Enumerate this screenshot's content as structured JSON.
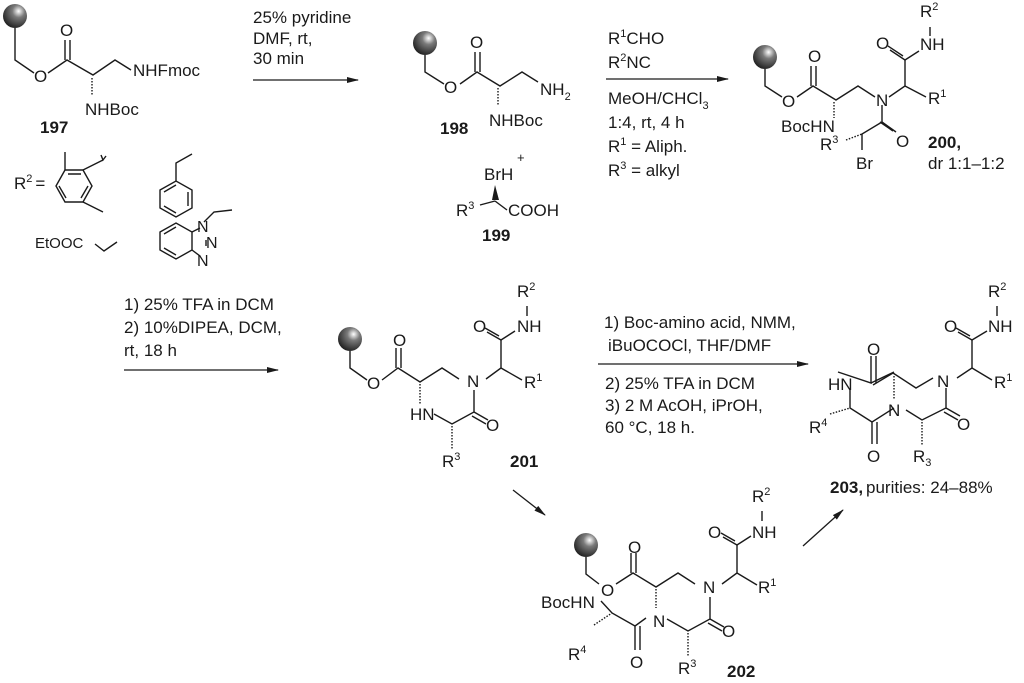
{
  "scheme": {
    "compounds": {
      "c197": {
        "id": "197",
        "labels": {
          "carbonyl_o": "O",
          "ester_o": "O",
          "side": "NHFmoc",
          "amine": "NHBoc"
        }
      },
      "c198": {
        "id": "198",
        "labels": {
          "carbonyl_o": "O",
          "ester_o": "O",
          "side": "NH",
          "side_sub": "2",
          "amine": "NHBoc"
        }
      },
      "c199": {
        "id": "199",
        "labels": {
          "top": "BrH",
          "charge": "+",
          "r": "R",
          "r_sup": "3",
          "acid": "COOH"
        }
      },
      "c200": {
        "id": "200,",
        "note": "dr 1:1–1:2",
        "labels": {
          "r2": "R",
          "r2_sup": "2",
          "nh": "NH",
          "amide_o": "O",
          "carbonyl_o": "O",
          "ester_o": "O",
          "n": "N",
          "r1": "R",
          "r1_sup": "1",
          "bochn": "BocHN",
          "r3": "R",
          "r3_sup": "3",
          "acyl_o": "O",
          "br": "Br"
        }
      },
      "c201": {
        "id": "201",
        "labels": {
          "r2": "R",
          "r2_sup": "2",
          "nh": "NH",
          "amide_o": "O",
          "carbonyl_o": "O",
          "ester_o": "O",
          "n": "N",
          "r1": "R",
          "r1_sup": "1",
          "hn": "HN",
          "ring_o": "O",
          "r3": "R",
          "r3_sup": "3"
        }
      },
      "c202": {
        "id": "202",
        "labels": {
          "r2": "R",
          "r2_sup": "2",
          "nh": "NH",
          "amide_o": "O",
          "carbonyl_o": "O",
          "ester_o": "O",
          "n1": "N",
          "r1": "R",
          "r1_sup": "1",
          "bochn": "BocHN",
          "n2": "N",
          "ring_o": "O",
          "r4": "R",
          "r4_sup": "4",
          "acyl_o": "O",
          "r3": "R",
          "r3_sup": "3"
        }
      },
      "c203": {
        "id": "203,",
        "note": "purities: 24–88%",
        "labels": {
          "r2": "R",
          "r2_sup": "2",
          "nh": "NH",
          "amide_o": "O",
          "top_o": "O",
          "hn": "HN",
          "n1": "N",
          "r1": "R",
          "r1_sup": "1",
          "n2": "N",
          "ring_o": "O",
          "r4": "R",
          "r4_sup": "4",
          "bottom_o": "O",
          "r3": "R",
          "r3_sub": "3"
        }
      }
    },
    "r2_definition": {
      "label": "R",
      "label_sup": "2",
      "equals": "=",
      "options": [
        "2,6-dimethylphenyl",
        "benzyl",
        "EtOOC-CH2",
        "benzotriazol-1-ylmethyl"
      ],
      "ester_text": "EtOOC",
      "btz_n": "N"
    },
    "steps": {
      "step1": {
        "lines": [
          "25% pyridine",
          "DMF, rt,",
          "30 min"
        ]
      },
      "step2": {
        "above": [
          {
            "r": "R",
            "sup": "1",
            "rest": "CHO"
          },
          {
            "r": "R",
            "sup": "2",
            "rest": "NC"
          }
        ],
        "below_solvent": "MeOH/CHCl",
        "below_solvent_sub": "3",
        "below": [
          "1:4, rt, 4 h"
        ],
        "r1_def": {
          "r": "R",
          "sup": "1",
          "rest": " = Aliph."
        },
        "r3_def": {
          "r": "R",
          "sup": "3",
          "rest": " = alkyl"
        }
      },
      "step3": {
        "lines": [
          "1) 25% TFA in DCM",
          "2) 10%DIPEA, DCM,",
          "rt, 18 h"
        ]
      },
      "step4": {
        "above": [
          "1) Boc-amino acid, NMM,",
          "iBuOCOCl, THF/DMF"
        ],
        "below": [
          "2) 25% TFA in DCM",
          "3) 2 M AcOH, iPrOH,",
          "60 °C, 18 h."
        ]
      }
    },
    "colors": {
      "ink": "#1a1a1a",
      "bead_light": "#ffffff",
      "bead_mid": "#7a7a7a",
      "bead_dark": "#1e1e1e"
    }
  }
}
